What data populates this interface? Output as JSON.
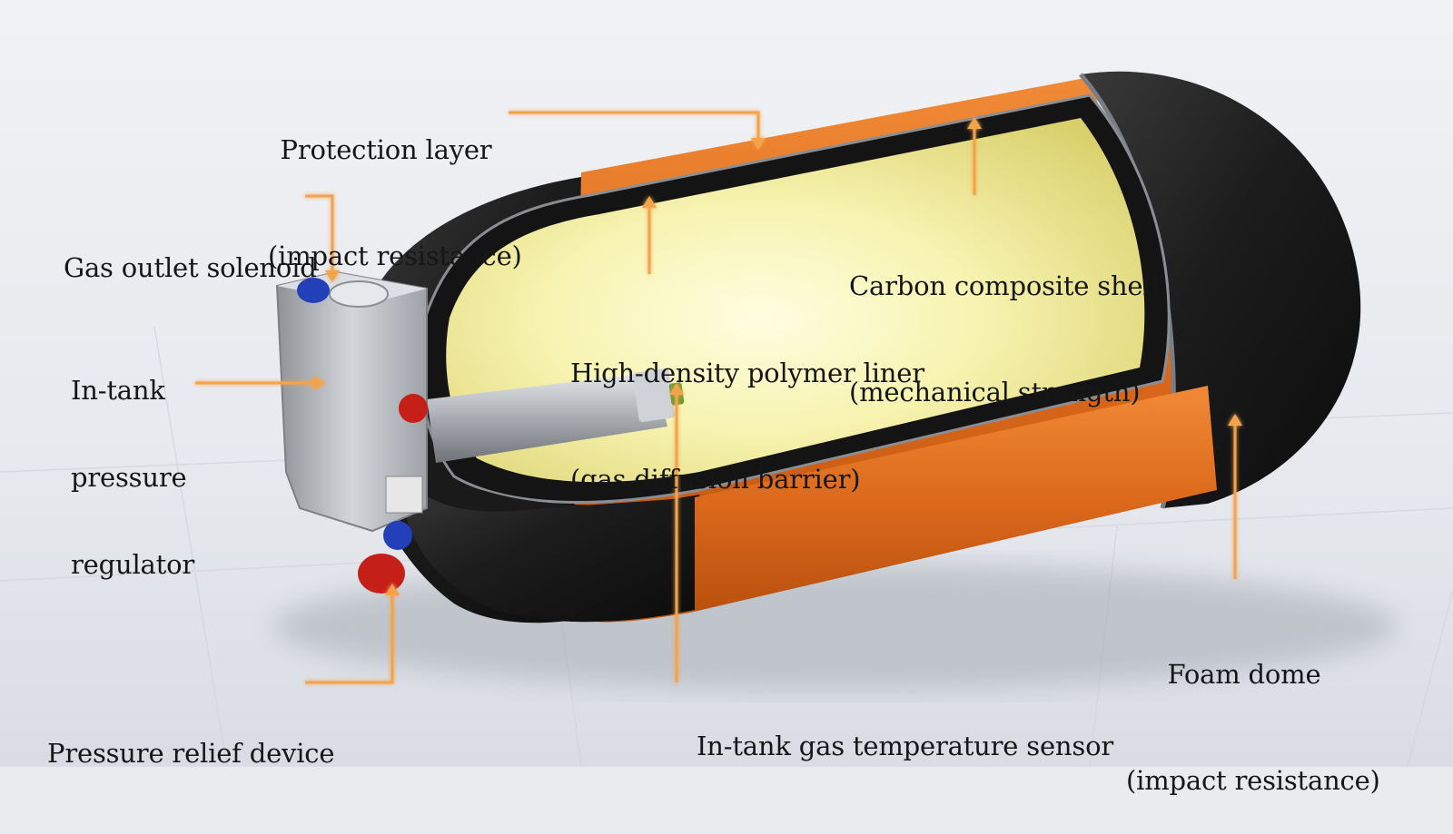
{
  "labels": {
    "protection_layer": {
      "line1": "Protection layer",
      "line2": "(impact resistance)"
    },
    "gas_outlet_solenoid": {
      "line1": "Gas outlet solenoid"
    },
    "pressure_regulator": {
      "line1": "In-tank",
      "line2": "pressure",
      "line3": "regulator"
    },
    "pressure_relief": {
      "line1": "Pressure relief device"
    },
    "carbon_shell": {
      "line1": "Carbon composite shell",
      "line2": "(mechanical strength)"
    },
    "polymer_liner": {
      "line1": "High-density polymer liner",
      "line2": "(gas diffusion barrier)"
    },
    "temperature_sensor": {
      "line1": "In-tank gas temperature sensor"
    },
    "foam_dome": {
      "line1": "Foam dome",
      "line2": "(impact resistance)"
    }
  },
  "colors": {
    "background": "#e9ebef",
    "arrow": "#f4a34e",
    "arrow_glow": "#ffb35c",
    "orange_shell": "#e1701f",
    "black_composite": "#1b1b1b",
    "liner": "#f3f0a0",
    "metal": "#b9bcc1",
    "valve_red": "#c42018",
    "valve_blue": "#2340b8"
  }
}
